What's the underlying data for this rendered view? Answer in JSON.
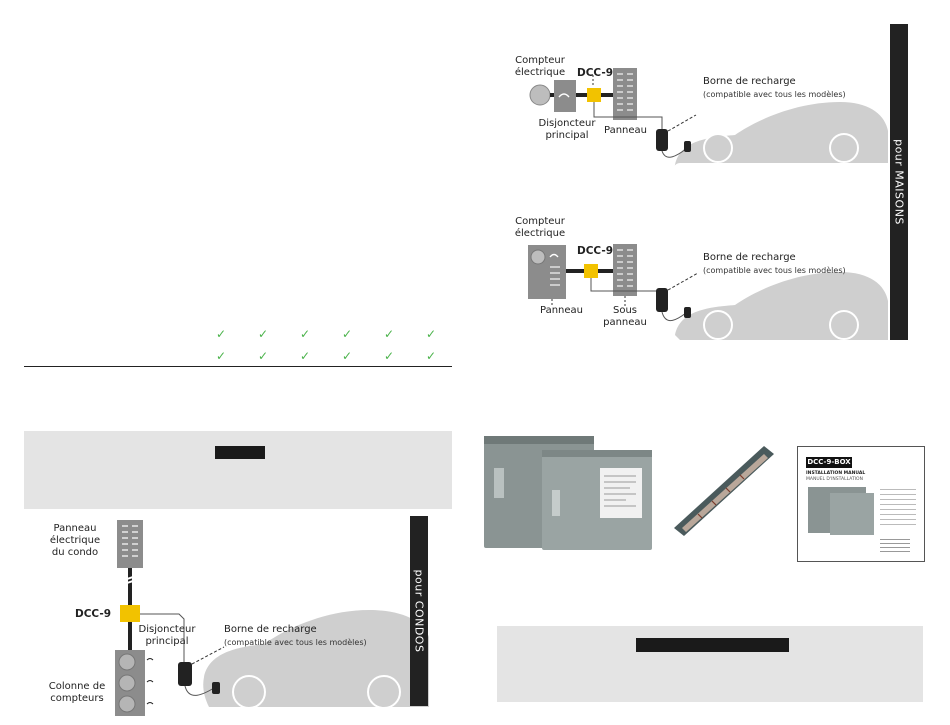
{
  "homes": {
    "tab_label": "pour MAISONS",
    "diagram1": {
      "meter_label": "Compteur\nélectrique",
      "device_label": "DCC-9",
      "panel_label": "Panneau",
      "breaker_label": "Disjoncteur\nprincipal",
      "charger_label": "Borne de recharge",
      "charger_sub": "(compatible avec tous les modèles)"
    },
    "diagram2": {
      "meter_label": "Compteur\nélectrique",
      "device_label": "DCC-9",
      "panel_label": "Panneau",
      "subpanel_label": "Sous\npanneau",
      "charger_label": "Borne de recharge",
      "charger_sub": "(compatible avec tous les modèles)"
    }
  },
  "condos": {
    "tab_label": "pour CONDOS",
    "panel_label": "Panneau\nélectrique\ndu condo",
    "device_label": "DCC-9",
    "breaker_label": "Disjoncteur\nprincipal",
    "charger_label": "Borne de recharge",
    "charger_sub": "(compatible avec tous les modèles)",
    "meters_label": "Colonne de\ncompteurs"
  },
  "table": {
    "checks": [
      "✓",
      "✓",
      "✓",
      "✓",
      "✓",
      "✓"
    ]
  },
  "products": {
    "manual_title": "DCC-9-BOX",
    "manual_sub": "INSTALLATION MANUAL",
    "manual_sub_fr": "MANUEL D'INSTALLATION"
  },
  "colors": {
    "accent": "#f2c200",
    "car": "#cfcfcf",
    "panel": "#8c8c8c",
    "check": "#4bb34b"
  }
}
